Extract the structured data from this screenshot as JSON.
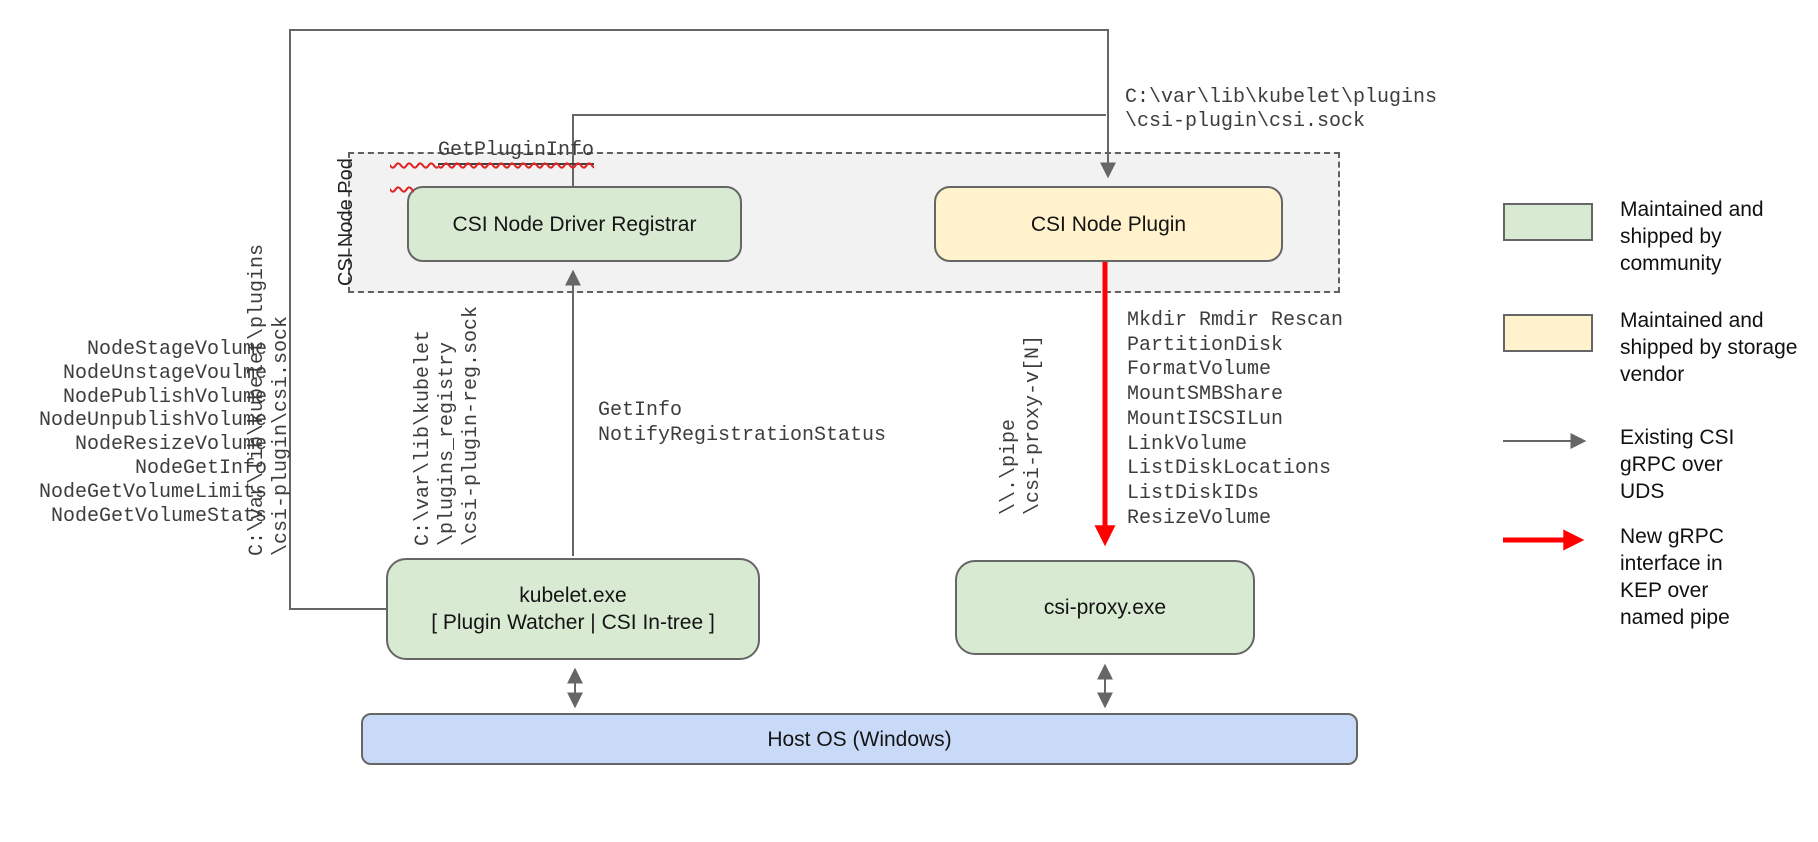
{
  "boxes": {
    "csi_node_pod": "CSI Node Pod",
    "registrar": "CSI Node Driver Registrar",
    "plugin": "CSI Node Plugin",
    "kubelet": "kubelet.exe\n[ Plugin Watcher | CSI In-tree ]",
    "csi_proxy": "csi-proxy.exe",
    "host_os": "Host OS (Windows)"
  },
  "labels": {
    "get_plugin_info": "GetPluginInfo",
    "csi_sock_top": "C:\\var\\lib\\kubelet\\plugins\n\\csi-plugin\\csi.sock",
    "csi_sock_vertical": "C:\\var\\lib\\kubelet\\plugins\n\\csi-plugin\\csi.sock",
    "reg_sock_vertical": "C:\\var\\lib\\kubelet\n\\plugins_registry\n\\csi-plugin-reg.sock",
    "registration_calls": "GetInfo\nNotifyRegistrationStatus",
    "named_pipe_vertical": "\\\\.\\pipe\n\\csi-proxy-v[N]"
  },
  "node_rpc_list": [
    "NodeStageVolume",
    "NodeUnstageVoulme",
    "NodePublishVolume",
    "NodeUnpublishVolume",
    "NodeResizeVolume",
    "NodeGetInfo",
    "NodeGetVolumeLimits",
    "NodeGetVolumeStats"
  ],
  "proxy_api_list": [
    "Mkdir Rmdir Rescan",
    "PartitionDisk",
    "FormatVolume",
    "MountSMBShare",
    "MountISCSILun",
    "LinkVolume",
    "ListDiskLocations",
    "ListDiskIDs",
    "ResizeVolume"
  ],
  "legend": {
    "community": "Maintained and shipped by community",
    "vendor": "Maintained and shipped by storage vendor",
    "uds_arrow": "Existing CSI gRPC over UDS",
    "pipe_arrow": "New gRPC interface in KEP over named pipe"
  },
  "colors": {
    "community_green": "#d9ead3",
    "vendor_yellow": "#fff2cc",
    "host_blue": "#c9daf8",
    "pod_gray": "#f2f2f2",
    "arrow_gray": "#666666",
    "arrow_red": "#ff0000"
  }
}
